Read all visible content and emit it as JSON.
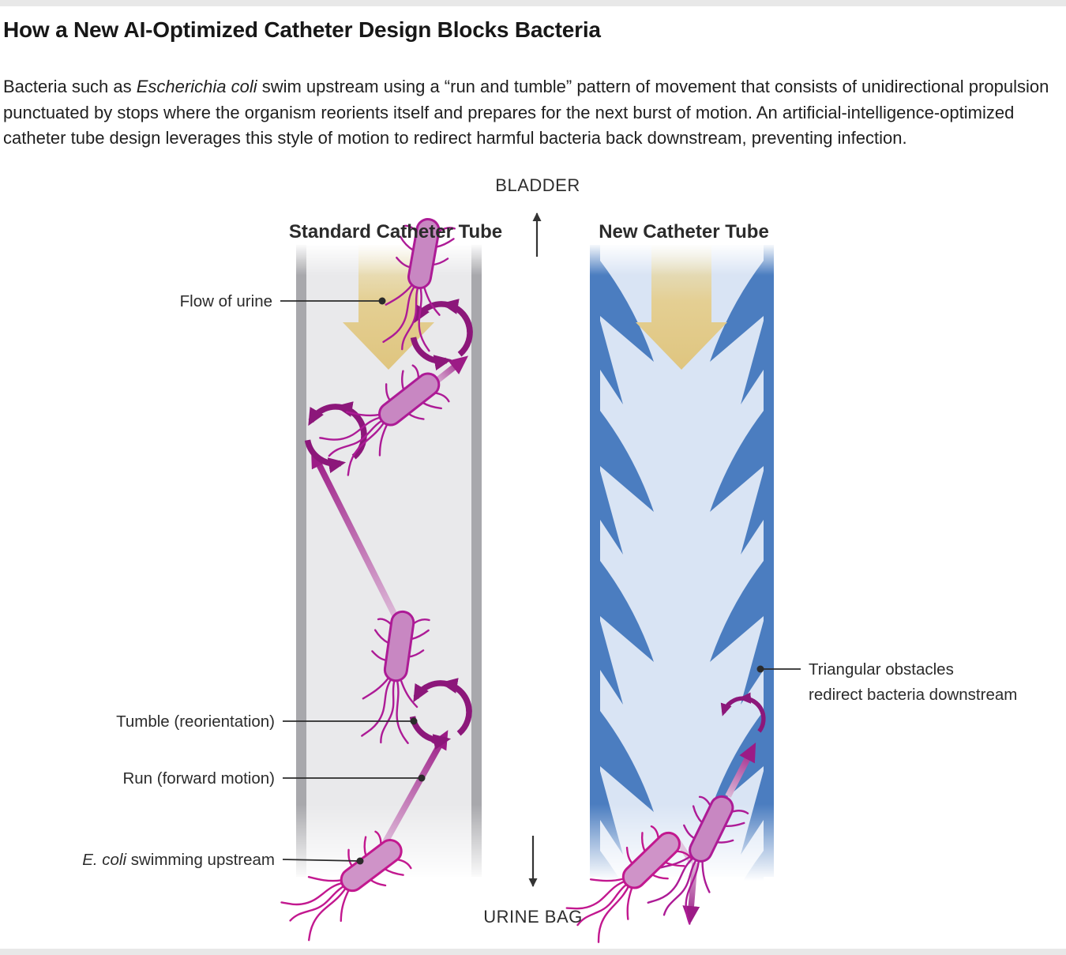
{
  "page": {
    "background": "#ffffff",
    "edge_bar_color": "#e8e8e8"
  },
  "header": {
    "title": "How a New AI-Optimized Catheter Design Blocks Bacteria",
    "paragraph_pre": "Bacteria such as ",
    "paragraph_italic": "Escherichia coli",
    "paragraph_post": " swim upstream using a “run and tumble” pattern of movement that consists of unidirectional propulsion punctuated by stops where the organism reorients itself and prepares for the next burst of motion. An artificial-intelligence-optimized catheter tube design leverages this style of motion to redirect harmful bacteria back downstream, preventing infection."
  },
  "diagram": {
    "bladder": "BLADDER",
    "urine_bag": "URINE BAG",
    "left_tube_title": "Standard Catheter Tube",
    "right_tube_title": "New Catheter Tube",
    "labels": {
      "flow": "Flow of urine",
      "tumble": "Tumble (reorientation)",
      "run": "Run (forward motion)",
      "ecoli_italic": "E. coli",
      "ecoli_rest": " swimming upstream",
      "obstacles_1": "Triangular obstacles",
      "obstacles_2": "redirect bacteria downstream"
    },
    "colors": {
      "left_tube_title": "#8f9193",
      "right_tube_title": "#3b78c4",
      "left_wall": "#a8a8ac",
      "left_interior": "#e9e9eb",
      "right_wall": "#4b7dc0",
      "right_interior": "#d9e4f4",
      "urine_arrow": "#e2cb8a",
      "bacterium_fill": "#c887c2",
      "bacterium_outline": "#ad1b96",
      "motion_arrows": "#8c177a",
      "run_arrow_dark": "#9c1b86"
    }
  }
}
